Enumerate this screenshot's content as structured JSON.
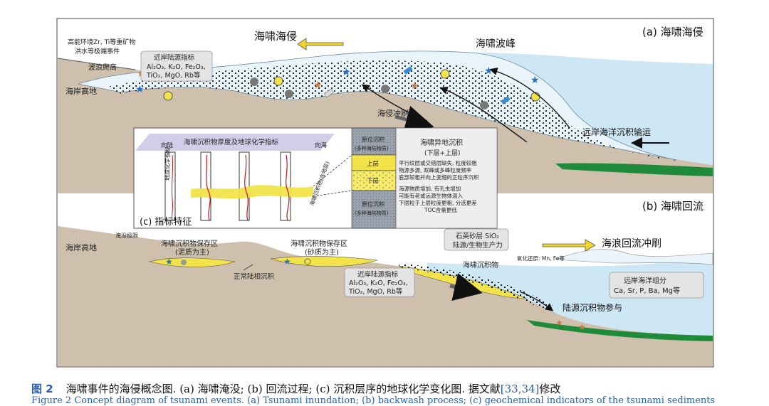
{
  "panel_a": {
    "label": "(a) 海啸海侵",
    "arrow_inundation": "海啸海侵",
    "wave_crest": "海啸波峰",
    "heavy_minerals_line1": "高能环境Zr, Ti等重矿物",
    "heavy_minerals_line2": "洪水等极端事件",
    "wave_runup": "波浪爬高",
    "coastal_highland": "海岸高地",
    "terrigenous_title": "近岸陆源指标",
    "terrigenous_line1": "Al₂O₃, K₂O, Fe₂O₃,",
    "terrigenous_line2": "TiO₂, MgO, Rb等",
    "erosion": "海侵冲刷",
    "offshore_transport": "远岸海洋沉积输运"
  },
  "panel_c": {
    "label": "(c) 指标特征",
    "header": "海啸沉积物厚度及地球化学指标",
    "landward": "向陆",
    "seaward": "向海",
    "vertical_axis": "地球化学指标",
    "slanted_label": "海啸沉积物(含地层)",
    "col_top": "原位沉积",
    "col_top_sub": "(多种海陆物质)",
    "col_upper": "上层",
    "col_lower": "下层",
    "col_bottom": "原位沉积",
    "col_bottom_sub": "(多种海陆物质)",
    "desc_title_line1": "海啸异地沉积",
    "desc_title_line2": "(下层+上层)",
    "desc_para1": [
      "平行纹层或交错层缺失, 粒度较粗",
      "物源多源, 双峰或多峰粒度频率",
      "底部较粗并向上变细的正粒序沉积"
    ],
    "desc_para2": [
      "海源物质增加, 有孔虫增加",
      "可能有老或远源生物体混入",
      "下层粒于上层粒度更粗, 分选更差",
      "TOC含量更低"
    ]
  },
  "panel_b": {
    "label": "(b) 海啸回流",
    "coastal_highland": "海岸高地",
    "inundation_limit": "淹没极限",
    "zone1_line1": "海啸沉积物保存区",
    "zone1_line2": "(泥质为主)",
    "zone2_line1": "海啸沉积物保存区",
    "zone2_line2": "(砂质为主)",
    "normal_deposit": "正常陆相沉积",
    "terrigenous_title": "近岸陆源指标",
    "terrigenous_line1": "Al₂O₃, K₂O, Fe₂O₃,",
    "terrigenous_line2": "TiO₂, MgO, Rb等",
    "quartz_line1": "石英砂层 SiO₂",
    "quartz_line2": "陆源/生物生产力",
    "redox": "氧化还原: Mn, Fe等",
    "backwash_erosion": "海浪回流冲刷",
    "tsunami_deposit": "海啸沉积物",
    "terrigenous_input": "陆源沉积物参与",
    "offshore_title": "远岸海洋组分",
    "offshore_elements": "Ca, Sr, P, Ba, Mg等"
  },
  "caption": {
    "fig_num": "图 2",
    "text": "海啸事件的海侵概念图. (a) 海啸淹没; (b) 回流过程; (c) 沉积层序的地球化学变化图. 据文献",
    "refs": "[33,34]",
    "suffix": "修改",
    "english_partial": "Figure 2   Concept diagram of tsunami events. (a) Tsunami inundation; (b) backwash process; (c) geochemical indicators of the tsunami sediments"
  },
  "colors": {
    "ground": "#cfc0ad",
    "ground_dark": "#b6a590",
    "sea": "#cde7f5",
    "sea_deep": "#b9dcee",
    "vegetation": "#1f8a3a",
    "sand": "#f2e34a",
    "accent_blue": "#2a5fa8"
  }
}
